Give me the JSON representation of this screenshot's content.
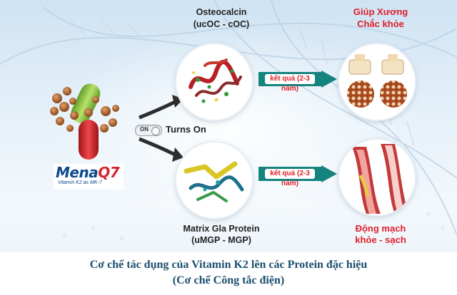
{
  "top_protein": {
    "name": "Osteocalcin",
    "forms": "(ucOC - cOC)"
  },
  "bottom_protein": {
    "name": "Matrix Gla Protein",
    "forms": "(uMGP - MGP)"
  },
  "top_result": {
    "line1": "Giúp Xương",
    "line2": "Chắc khỏe"
  },
  "bottom_result": {
    "line1": "Động mạch",
    "line2": "khỏe - sạch"
  },
  "arrow_label_top": "kết quả (2-3 năm)",
  "arrow_label_bottom": "kết quả (2-3 năm)",
  "switch": {
    "state_label": "ON",
    "text": "Turns On"
  },
  "logo": {
    "brand_prefix": "Mena",
    "brand_suffix": "Q7",
    "tagline": "Vitamin K2 as MK-7"
  },
  "caption": {
    "line1": "Cơ chế tác dụng của Vitamin K2 lên các Protein đặc hiệu",
    "line2": "(Cơ chế Công tắc điện)"
  },
  "colors": {
    "accent_red": "#e0202a",
    "arrow_green": "#15837e",
    "caption": "#1a4f6e",
    "capsule_green": "#8cc63f",
    "capsule_red": "#d21f26"
  },
  "icons": [
    "capsule-icon",
    "protein-structure-icon",
    "bone-icon",
    "artery-icon",
    "toggle-switch-icon",
    "curved-arrow-icon"
  ]
}
